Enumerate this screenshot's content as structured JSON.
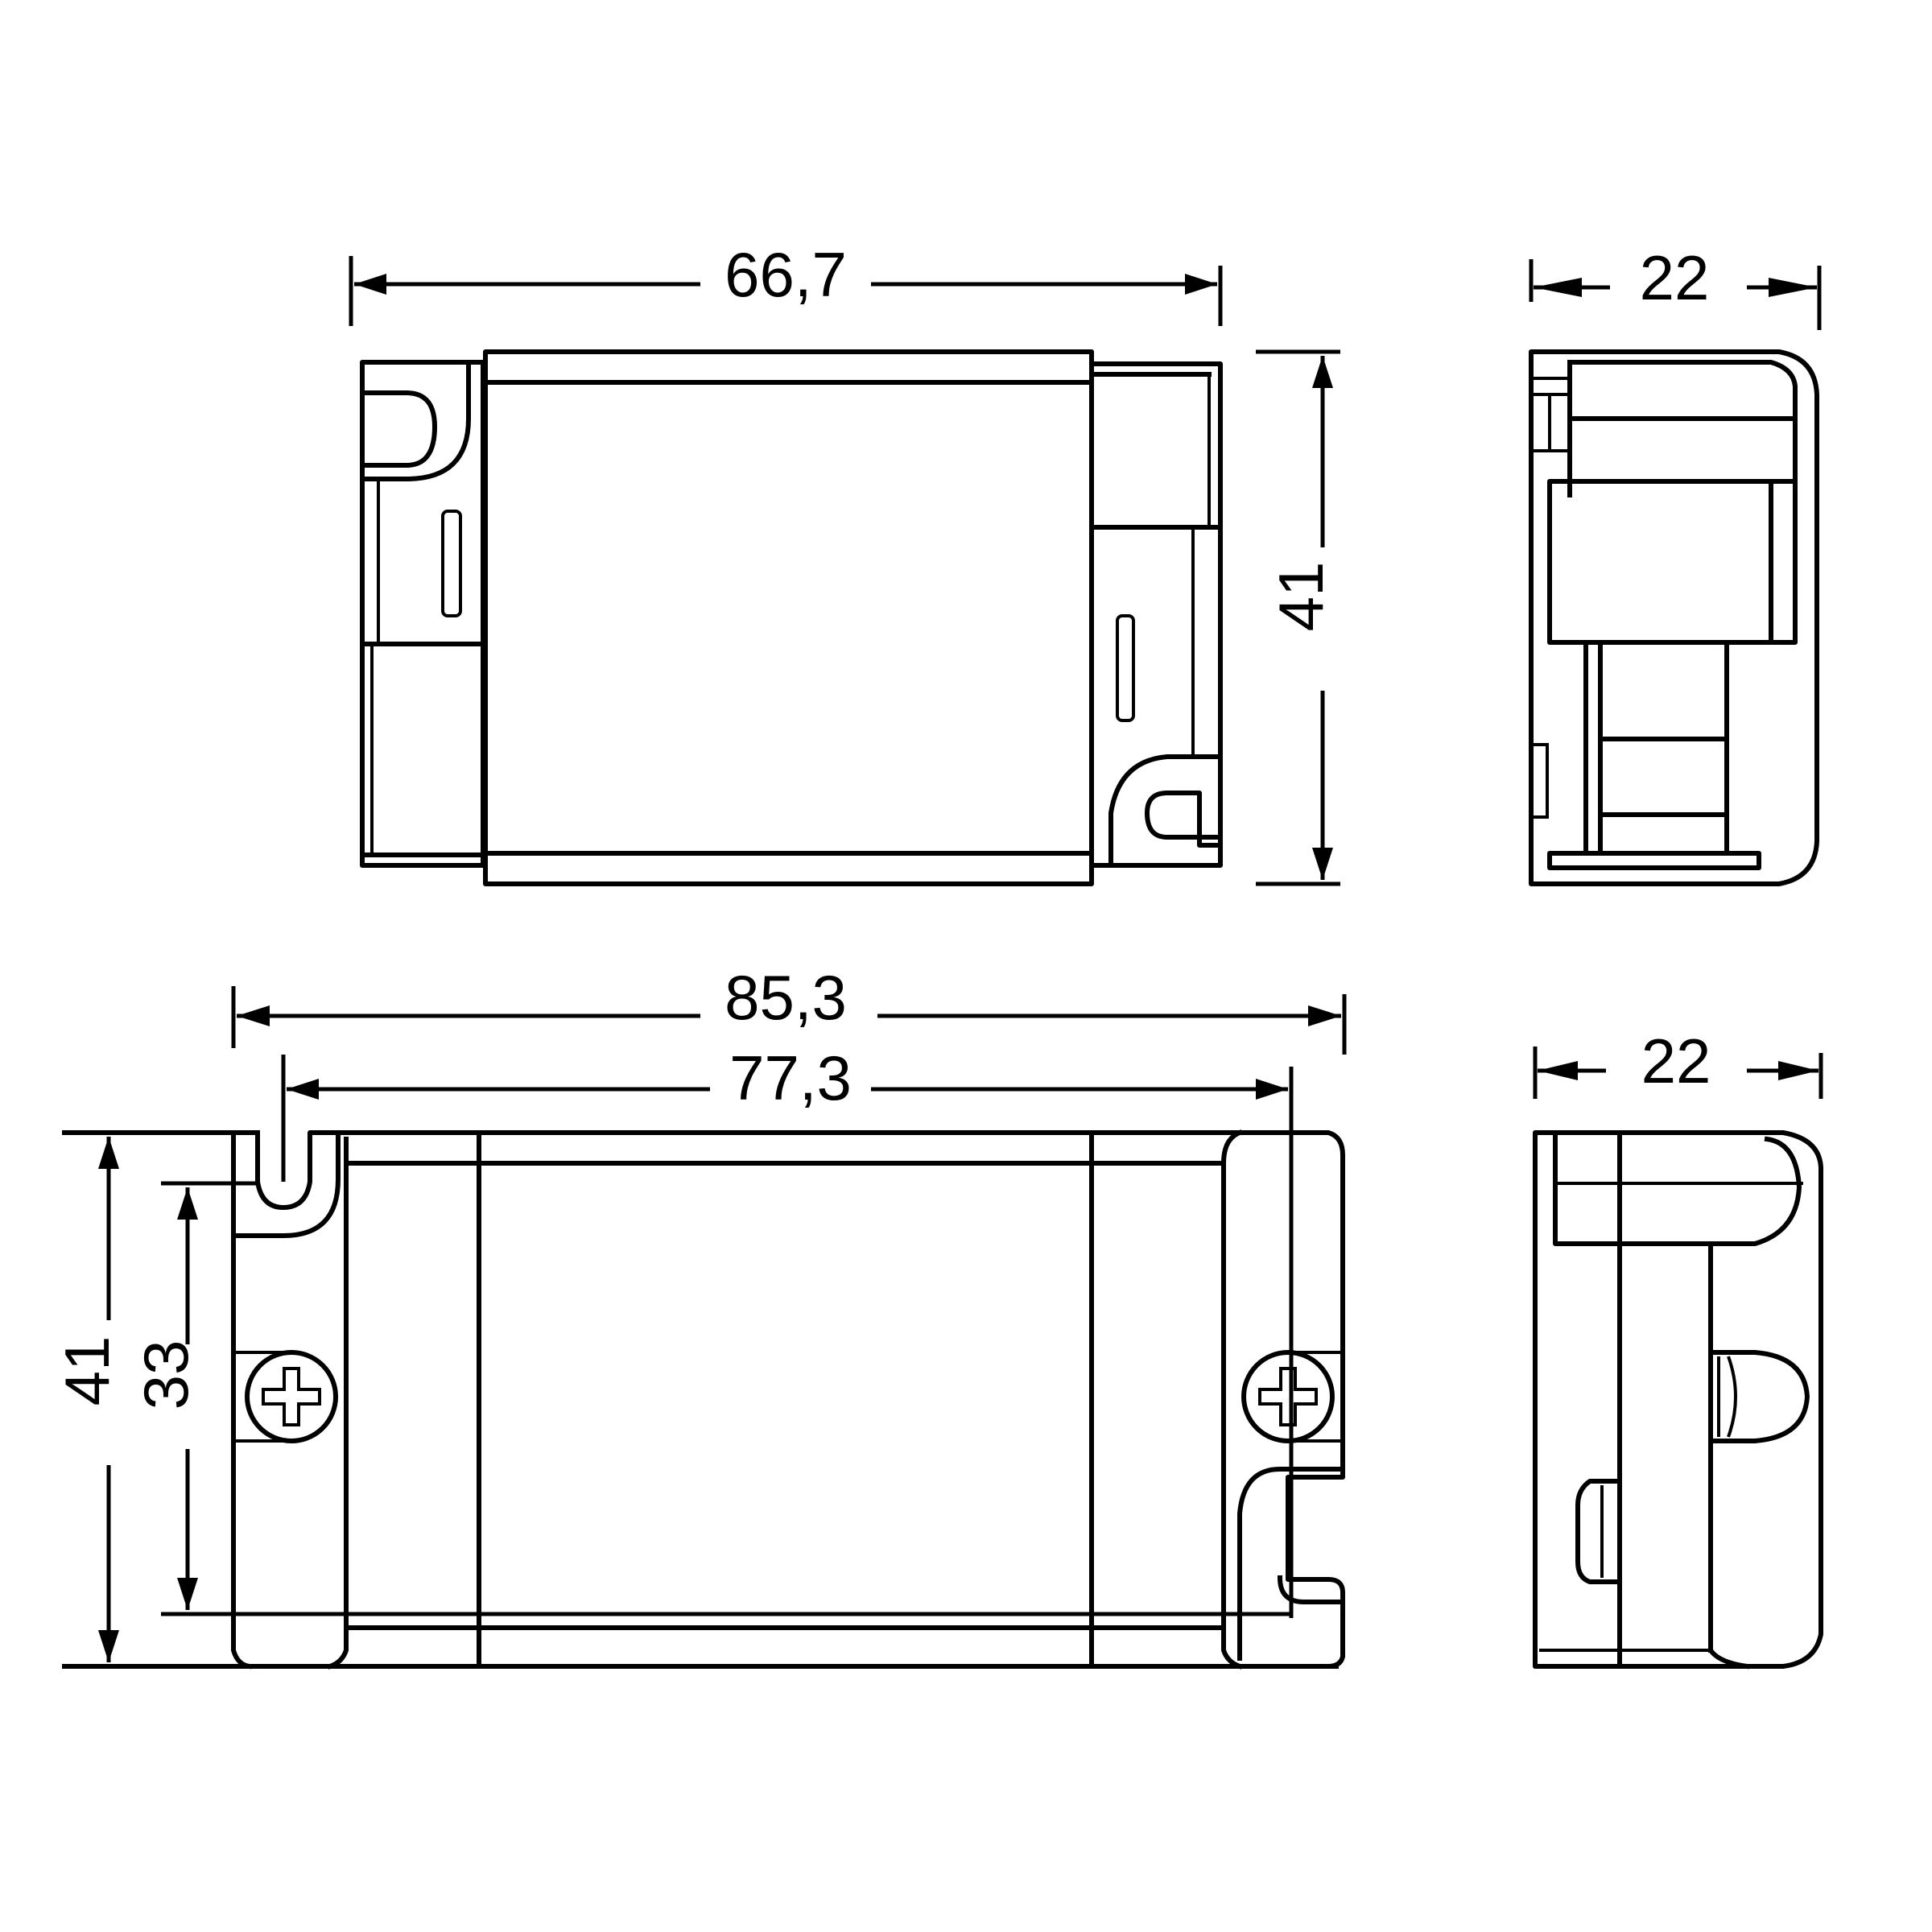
{
  "drawing": {
    "type": "technical dimension drawing",
    "units": "mm",
    "views": {
      "top_view": {
        "width_label": "66,7",
        "height_label": "41"
      },
      "top_side_view": {
        "width_label": "22"
      },
      "front_view": {
        "overall_width_label": "85,3",
        "mounting_hole_spacing_label": "77,3",
        "height_label": "41",
        "mounting_height_label": "33"
      },
      "front_side_view": {
        "width_label": "22"
      }
    }
  },
  "colors": {
    "line": "#000000",
    "background": "#ffffff"
  }
}
